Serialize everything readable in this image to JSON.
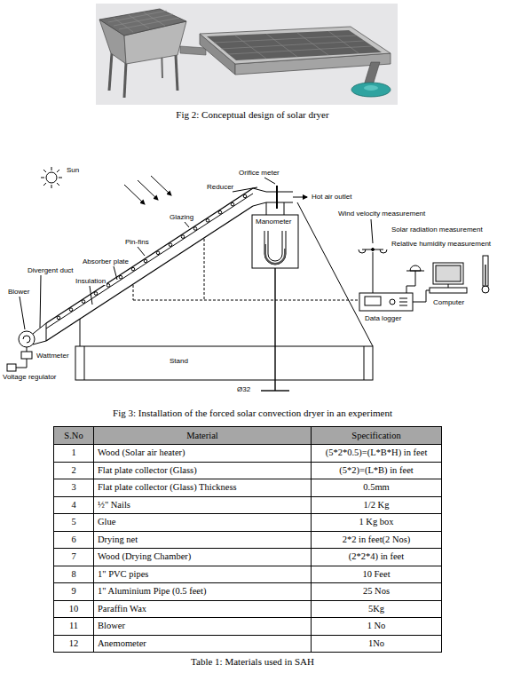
{
  "diagram": {
    "labels": [
      "Fig 2: Conceptual design of solar dryer",
      "Sun",
      "Orifice meter",
      "Reducer",
      "Glazing",
      "Pin-fins",
      "Absorber plate",
      "Hot air outlet",
      "Wind velocity measurement",
      "Solar radiation measurement",
      "Divergent duct",
      "Manometer",
      "Relative humidity measurement",
      "Insulation",
      "Blower",
      "Computer",
      "Voltage regulator",
      "Wattmeter",
      "Data logger",
      "Stand",
      "Ø32",
      "Fig 3: Installation of the forced solar convection dryer in an experiment",
      "S.No",
      "Material",
      "Specification",
      "1",
      "Wood (Solar air heater)",
      "(5*2*0.5)=(L*B*H) in feet",
      "2",
      "Flat plate collector (Glass)",
      "(5*2)=(L*B) in feet",
      "3",
      "Flat plate collector (Glass) Thickness",
      "0.5mm",
      "4",
      "½\" Nails",
      "1/2 Kg",
      "5",
      "Glue",
      "1 Kg box",
      "6",
      "Drying net",
      "2*2 in feet(2 Nos)",
      "7",
      "Wood (Drying Chamber)",
      "(2*2*4) in feet",
      "8",
      "1\" PVC pipes",
      "10 Feet",
      "9",
      "1\" Aluminium Pipe (0.5 feet)",
      "25 Nos",
      "10",
      "Paraffin Wax",
      "5Kg",
      "11",
      "Blower",
      "1 No",
      "12",
      "Anemometer",
      "1No",
      "Table 1: Materials used in SAH"
    ]
  }
}
